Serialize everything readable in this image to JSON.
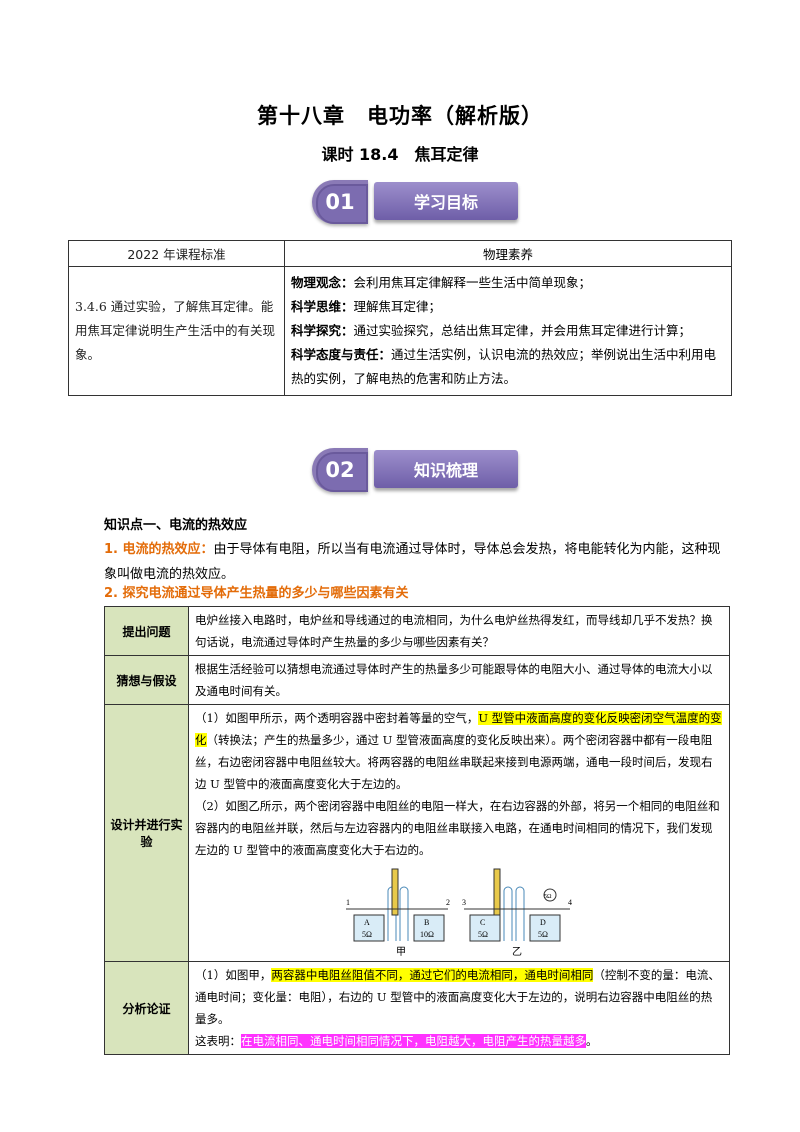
{
  "header": {
    "title": "第十八章　电功率（解析版）",
    "subtitle": "课时 18.4　焦耳定律"
  },
  "badge1": {
    "num": "01",
    "label": "学习目标"
  },
  "badge2": {
    "num": "02",
    "label": "知识梳理"
  },
  "goals_table": {
    "col1_header": "2022 年课程标准",
    "col2_header": "物理素养",
    "standard": "3.4.6 通过实验，了解焦耳定律。能用焦耳定律说明生产生活中的有关现象。",
    "items": [
      {
        "key": "物理观念：",
        "text": "会利用焦耳定律解释一些生活中简单现象；"
      },
      {
        "key": "科学思维：",
        "text": "理解焦耳定律；"
      },
      {
        "key": "科学探究：",
        "text": "通过实验探究，总结出焦耳定律，并会用焦耳定律进行计算；"
      },
      {
        "key": "科学态度与责任：",
        "text": "通过生活实例，认识电流的热效应；举例说出生活中利用电热的实例，了解电热的危害和防止方法。"
      }
    ]
  },
  "knowledge": {
    "point_title": "知识点一、电流的热效应",
    "p1_label": "1. 电流的热效应：",
    "p1_text": "由于导体有电阻，所以当有电流通过导体时，导体总会发热，将电能转化为内能，这种现象叫做电流的热效应。",
    "p2_label": "2. 探究电流通过导体产生热量的多少与哪些因素有关"
  },
  "experiment_table": {
    "rows": [
      {
        "label": "提出问题",
        "text": "电炉丝接入电路时，电炉丝和导线通过的电流相同，为什么电炉丝热得发红，而导线却几乎不发热？换句话说，电流通过导体时产生热量的多少与哪些因素有关？"
      },
      {
        "label": "猜想与假设",
        "text": "根据生活经验可以猜想电流通过导体时产生的热量多少可能跟导体的电阻大小、通过导体的电流大小以及通电时间有关。"
      }
    ],
    "design_label": "设计并进行实验",
    "design_p1_a": "（1）如图甲所示，两个透明容器中密封着等量的空气，",
    "design_p1_hl": "U 型管中液面高度的变化反映密闭空气温度的变化",
    "design_p1_b": "（转换法；产生的热量多少，通过 U 型管液面高度的变化反映出来）。两个密闭容器中都有一段电阻丝，右边密闭容器中电阻丝较大。将两容器的电阻丝串联起来接到电源两端，通电一段时间后，发现右边 U 型管中的液面高度变化大于左边的。",
    "design_p2": "（2）如图乙所示，两个密闭容器中电阻丝的电阻一样大，在右边容器的外部，将另一个相同的电阻丝和容器内的电阻丝并联，然后与左边容器内的电阻丝串联接入电路，在通电时间相同的情况下，我们发现左边的 U 型管中的液面高度变化大于右边的。",
    "figure": {
      "left_caption": "甲",
      "right_caption": "乙",
      "labels": {
        "a": "A",
        "b": "B",
        "c": "C",
        "d": "D",
        "r5": "5Ω",
        "r10": "10Ω",
        "n1": "1",
        "n2": "2",
        "n3": "3",
        "n4": "4"
      }
    },
    "analysis_label": "分析论证",
    "analysis_a": "（1）如图甲，",
    "analysis_hl": "两容器中电阻丝阻值不同，通过它们的电流相同，通电时间相同",
    "analysis_b": "（控制不变的量：电流、通电时间；变化量：电阻），右边的 U 型管中的液面高度变化大于左边的，说明右边容器中电阻丝的热量多。",
    "conclusion_prefix": "这表明：",
    "conclusion_hl": "在电流相同、通电时间相同情况下，电阻越大，电阻产生的热量越多",
    "conclusion_end": "。"
  },
  "colors": {
    "accent_purple": "#7c6cb0",
    "label_green": "#d8e4bc",
    "orange": "#e36c09",
    "highlight_yellow": "#ffff00",
    "highlight_magenta": "#ff33ff"
  }
}
